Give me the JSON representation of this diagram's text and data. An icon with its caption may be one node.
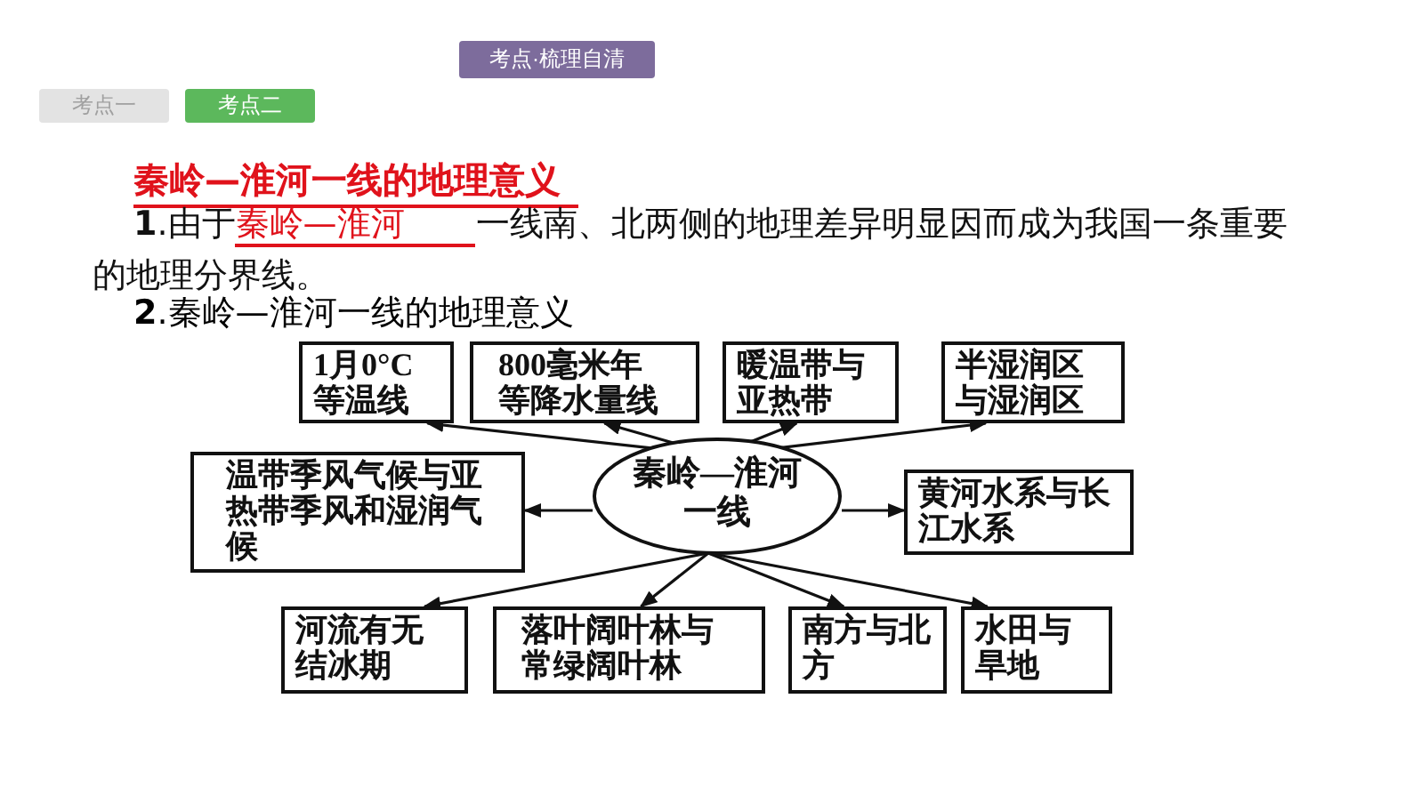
{
  "diagram": {
    "nodes": [
      {
        "text": [
          "秦岭—淮河一线"
        ]
      },
      {
        "text": [
          "1月0°C等温线"
        ]
      },
      {
        "text": [
          "800毫米年等降水量线"
        ]
      },
      {
        "text": [
          "暖温带与亚热带"
        ]
      },
      {
        "text": [
          "半湿润区与湿润区"
        ]
      },
      {
        "text": [
          "温带季风气候与亚热带季风和湿润气候"
        ]
      },
      {
        "text": [
          "黄河水系与长江水系"
        ]
      },
      {
        "text": [
          "河流有无结冰期"
        ]
      },
      {
        "text": [
          "落叶阔叶林与常绿阔叶林"
        ]
      },
      {
        "text": [
          "南方与北方"
        ]
      },
      {
        "text": [
          "水田与旱地"
        ]
      }
    ],
    "edges": [
      {
        "from": 0,
        "to": 1,
        "arrow": "to"
      },
      {
        "from": 0,
        "to": 2,
        "arrow": "to"
      },
      {
        "from": 0,
        "to": 3,
        "arrow": "to"
      },
      {
        "from": 0,
        "to": 4,
        "arrow": "to"
      },
      {
        "from": 0,
        "to": 5,
        "arrow": "to"
      },
      {
        "from": 0,
        "to": 6,
        "arrow": "to"
      },
      {
        "from": 0,
        "to": 7,
        "arrow": "to"
      },
      {
        "from": 0,
        "to": 8,
        "arrow": "to"
      },
      {
        "from": 0,
        "to": 9,
        "arrow": "to"
      },
      {
        "from": 0,
        "to": 10,
        "arrow": "to"
      }
    ],
    "labels": [
      "考点·梳理自清",
      "考点一",
      "考点二",
      "秦岭—淮河一线的地理意义",
      "**1**.由于",
      "秦岭—淮河",
      "一线南、北两侧的地理差异明显因而成为我国一条重要的地理分界线。",
      "**2**.秦岭—淮河一线的地理意义"
    ]
  }
}
